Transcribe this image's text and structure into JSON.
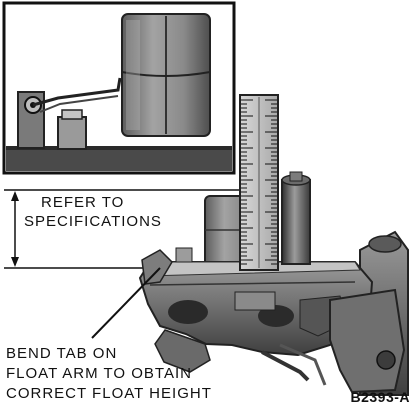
{
  "callouts": {
    "refer_line1": "REFER TO",
    "refer_line2": "SPECIFICATIONS",
    "bend_line1": "BEND TAB ON",
    "bend_line2": "FLOAT ARM TO OBTAIN",
    "bend_line3": "CORRECT FLOAT HEIGHT"
  },
  "figure_code": "B2393-A",
  "colors": {
    "ink": "#111111",
    "paper": "#ffffff",
    "metal_dark": "#3a3a3a",
    "metal_mid": "#777777",
    "metal_light": "#bdbdbd",
    "float": "#8e8e8e"
  },
  "icons": [
    "float-bowl-illustration",
    "inset-float-detail",
    "measuring-scale",
    "dimension-arrow",
    "leader-line"
  ]
}
